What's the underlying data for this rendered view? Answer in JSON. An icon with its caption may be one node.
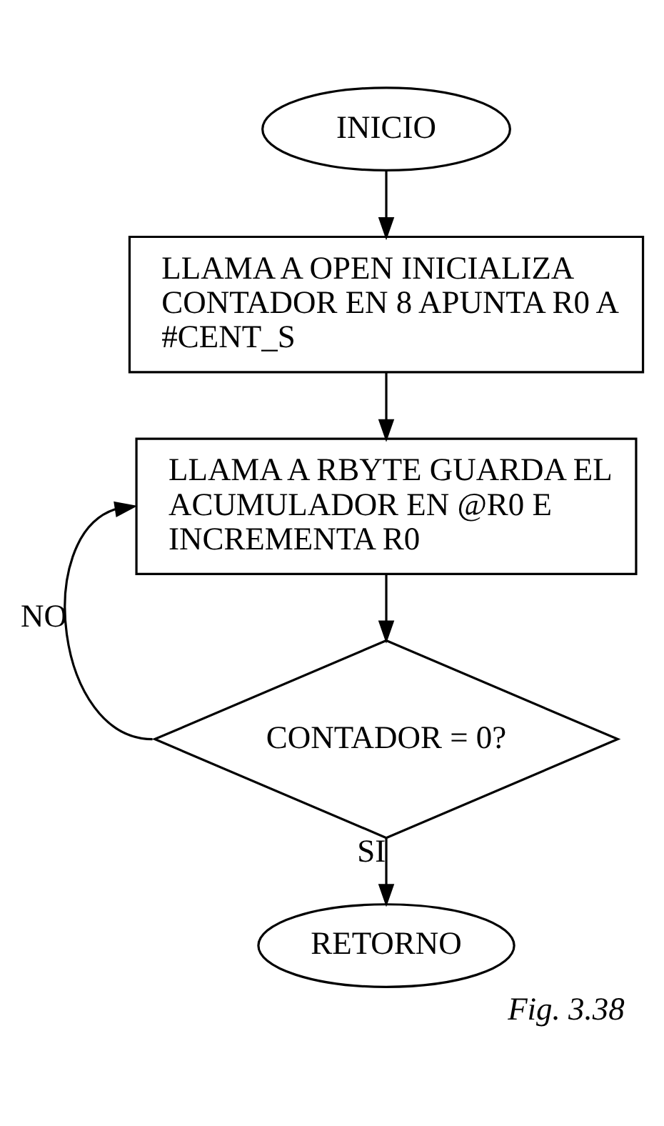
{
  "diagram": {
    "caption": "Fig. 3.38",
    "nodes": [
      {
        "text": [
          "INICIO"
        ]
      },
      {
        "text": [
          "LLAMA A OPEN INICIALIZA CONTADOR EN 8 APUNTA R0 A #CENT_S"
        ]
      },
      {
        "text": [
          "LLAMA A RBYTE GUARDA EL ACUMULADOR EN @R0 E INCREMENTA R0"
        ]
      },
      {
        "text": [
          "CONTADOR = 0?"
        ]
      },
      {
        "text": [
          "RETORNO"
        ]
      }
    ],
    "edges": [
      {
        "from": 0,
        "to": 1,
        "arrow": "to"
      },
      {
        "from": 1,
        "to": 2,
        "arrow": "to"
      },
      {
        "from": 2,
        "to": 3,
        "arrow": "to"
      },
      {
        "from": 3,
        "to": 2,
        "arrow": "to",
        "label": "NO"
      },
      {
        "from": 3,
        "to": 4,
        "arrow": "to",
        "label": "SI"
      }
    ]
  }
}
